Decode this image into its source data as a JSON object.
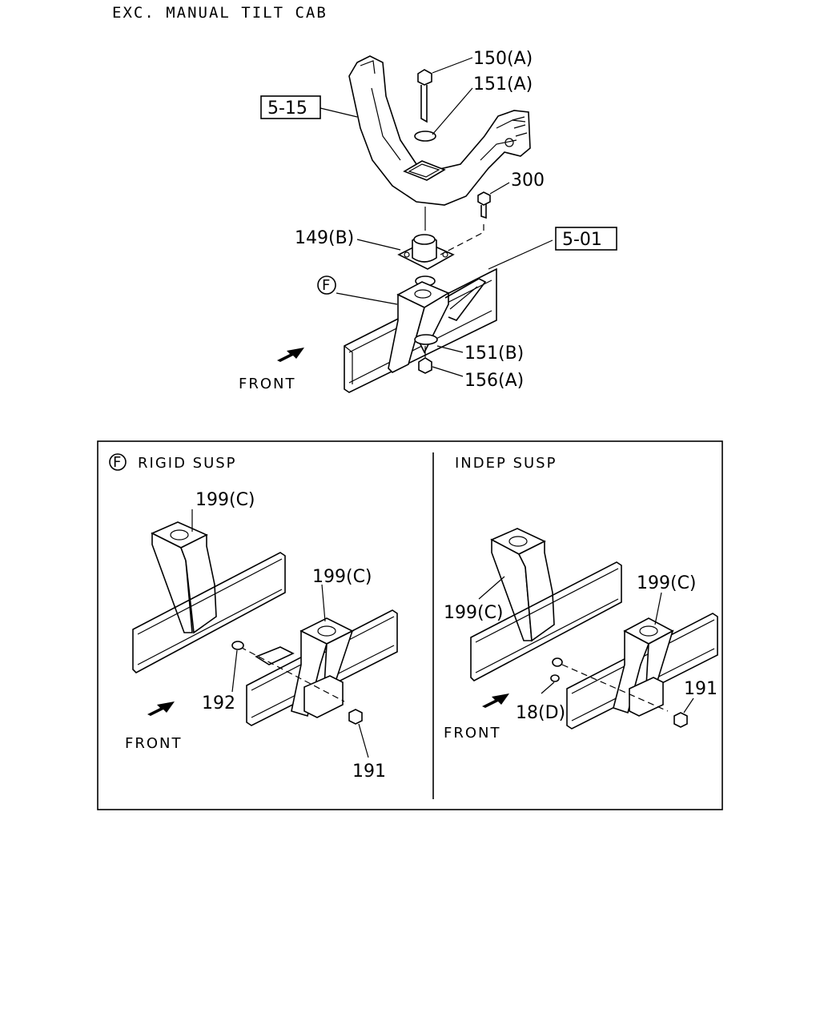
{
  "header": {
    "title": "EXC. MANUAL TILT CAB"
  },
  "top": {
    "labels": {
      "l150a": "150(A)",
      "l151a": "151(A)",
      "l515": "5-15",
      "l300": "300",
      "l149b": "149(B)",
      "l501": "5-01",
      "lF": "F",
      "l151b": "151(B)",
      "l156a": "156(A)",
      "front": "FRONT"
    }
  },
  "detail": {
    "left": {
      "marker": "F",
      "title": "RIGID SUSP",
      "l199c_a": "199(C)",
      "l199c_b": "199(C)",
      "l192": "192",
      "l191": "191",
      "front": "FRONT"
    },
    "right": {
      "title": "INDEP SUSP",
      "l199c_a": "199(C)",
      "l199c_b": "199(C)",
      "l18d": "18(D)",
      "l191": "191",
      "front": "FRONT"
    }
  }
}
